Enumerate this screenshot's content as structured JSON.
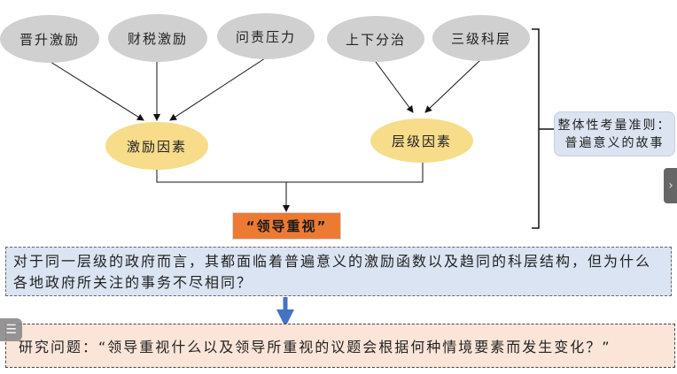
{
  "top_factors": {
    "incentive": [
      "晋升激励",
      "财税激励",
      "问责压力"
    ],
    "hierarchy": [
      "上下分治",
      "三级科层"
    ]
  },
  "mid_factors": {
    "incentive_factor": "激励因素",
    "hierarchy_factor": "层级因素"
  },
  "outcome": "“领导重视”",
  "criteria": {
    "line1": "整体性考量准则：",
    "line2": "普遍意义的故事"
  },
  "question": "对于同一层级的政府而言，其都面临着普遍意义的激励函数以及趋同的科层结构，但为什么各地政府所关注的事务不尽相同？",
  "research_question": "研究问题：“领导重视什么以及领导所重视的议题会根据何种情境要素而发生变化？”",
  "controls": {
    "next_icon": "›",
    "menu_icon": "☰"
  },
  "colors": {
    "gray_node": "#d0d0d0",
    "yellow_node": "#f7dc8a",
    "orange_box": "#ec7a33",
    "blue_box": "#dbe4f2",
    "peach_box": "#fbe5d8",
    "arrow_blue": "#4472c4"
  }
}
